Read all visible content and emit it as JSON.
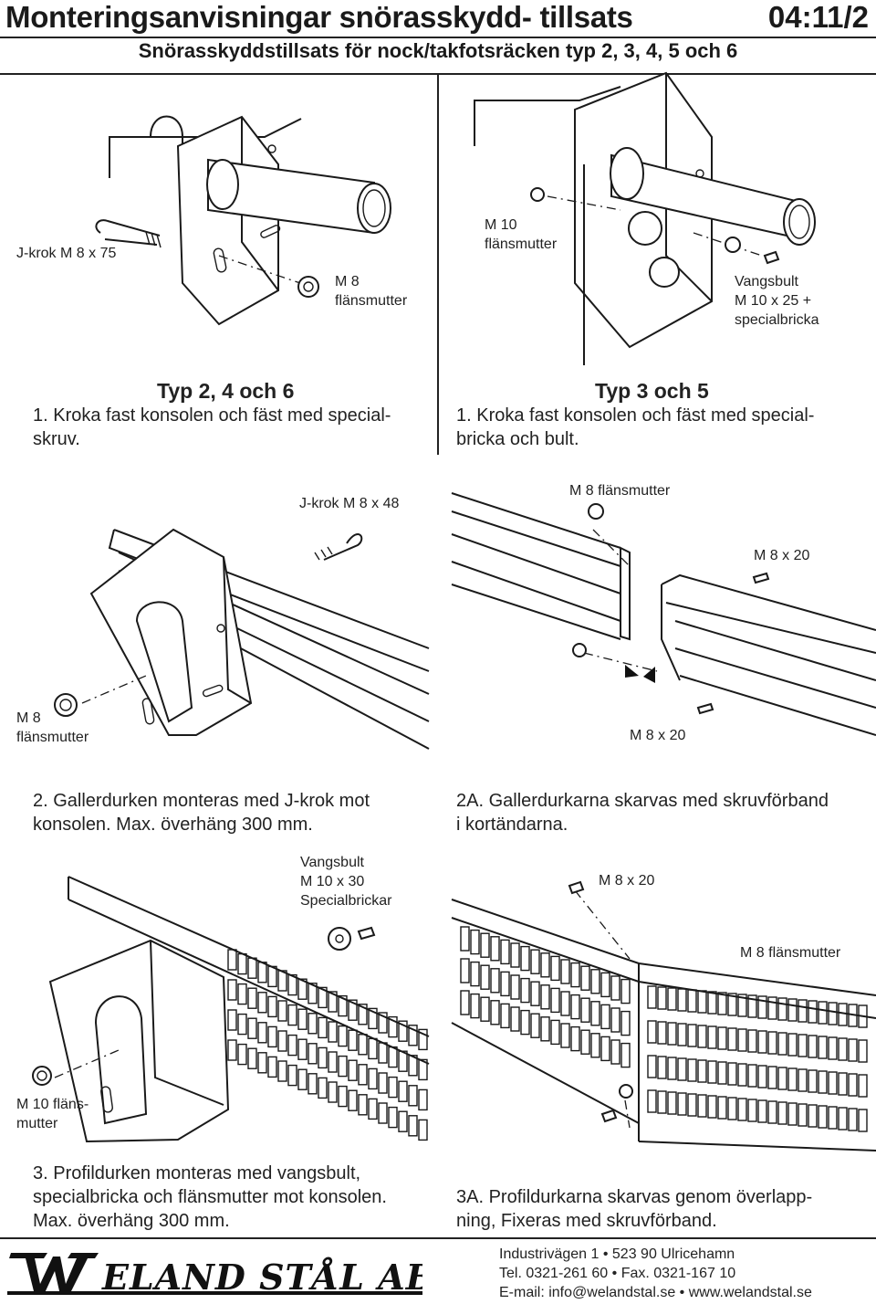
{
  "header": {
    "title": "Monteringsanvisningar snörasskydd- tillsats",
    "doc_number": "04:11/2",
    "subtitle": "Snörasskyddstillsats för nock/takfotsräcken typ 2, 3, 4, 5 och 6"
  },
  "step1": {
    "left": {
      "labels": {
        "jkrok": "J-krok M 8 x 75",
        "nut_l1": "M 8",
        "nut_l2": "flänsmutter"
      },
      "heading": "Typ 2, 4 och 6",
      "caption_l1": "1. Kroka fast konsolen och fäst med special-",
      "caption_l2": "skruv."
    },
    "right": {
      "labels": {
        "nut_l1": "M 10",
        "nut_l2": "flänsmutter",
        "bolt_l1": "Vangsbult",
        "bolt_l2": "M 10 x 25 +",
        "bolt_l3": "specialbricka"
      },
      "heading": "Typ 3 och 5",
      "caption_l1": "1. Kroka fast konsolen och fäst med special-",
      "caption_l2": "bricka och bult."
    }
  },
  "step2": {
    "left": {
      "labels": {
        "jkrok": "J-krok M 8 x 48",
        "nut_l1": "M 8",
        "nut_l2": "flänsmutter"
      },
      "caption_l1": "2. Gallerdurken monteras med J-krok mot",
      "caption_l2": "konsolen. Max. överhäng 300 mm."
    },
    "right": {
      "labels": {
        "nut": "M 8 flänsmutter",
        "bolt_top": "M 8 x 20",
        "bolt_bottom": "M 8 x 20"
      },
      "caption_l1": "2A. Gallerdurkarna skarvas med skruvförband",
      "caption_l2": "i kortändarna."
    }
  },
  "step3": {
    "left": {
      "labels": {
        "bolt_l1": "Vangsbult",
        "bolt_l2": "M 10 x 30",
        "bolt_l3": "Specialbrickar",
        "nut_l1": "M 10 fläns-",
        "nut_l2": "mutter"
      },
      "caption_l1": "3. Profildurken monteras med vangsbult,",
      "caption_l2": "specialbricka och flänsmutter mot konsolen.",
      "caption_l3": "Max. överhäng 300 mm."
    },
    "right": {
      "labels": {
        "bolt": "M 8 x 20",
        "nut": "M 8 flänsmutter"
      },
      "caption_l1": "3A. Profildurkarna skarvas genom överlapp-",
      "caption_l2": "ning, Fixeras med skruvförband."
    }
  },
  "footer": {
    "logo_text": "WELAND STÅL AB",
    "address": "Industrivägen 1 • 523 90 Ulricehamn",
    "phone": "Tel. 0321-261 60 • Fax. 0321-167 10",
    "web": "E-mail: info@welandstal.se • www.welandstal.se"
  }
}
